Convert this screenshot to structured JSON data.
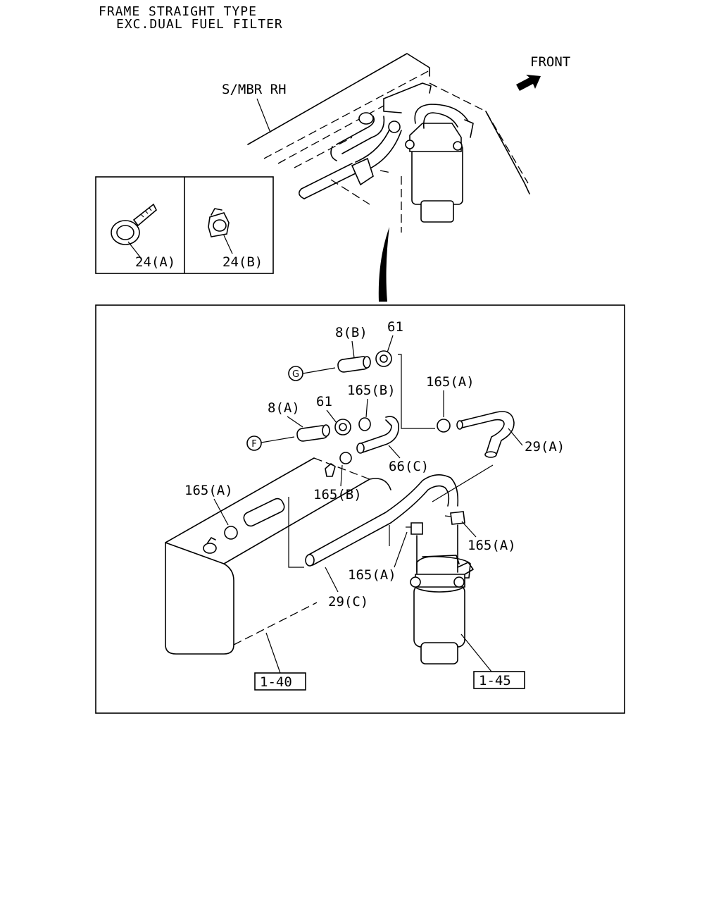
{
  "header": {
    "line1": "FRAME STRAIGHT TYPE",
    "line2": "EXC.DUAL FUEL FILTER"
  },
  "top_view": {
    "member_label": "S/MBR RH",
    "front_label": "FRONT"
  },
  "inset": {
    "left_label": "24(A)",
    "right_label": "24(B)"
  },
  "callouts": {
    "hose_8b": "8(B)",
    "clip_61_top": "61",
    "connector_g": "G",
    "clamp_165b_top": "165(B)",
    "clamp_165a_top": "165(A)",
    "hose_8a": "8(A)",
    "clip_61_mid": "61",
    "connector_f": "F",
    "hose_29a": "29(A)",
    "hose_66c": "66(C)",
    "clamp_165b_bottom": "165(B)",
    "clamp_165a_left": "165(A)",
    "clamp_165a_right": "165(A)",
    "clamp_165a_center": "165(A)",
    "hose_29c": "29(C)",
    "ref_tank": "1-40",
    "ref_filter": "1-45"
  },
  "colors": {
    "line": "#000000",
    "background": "#ffffff"
  }
}
